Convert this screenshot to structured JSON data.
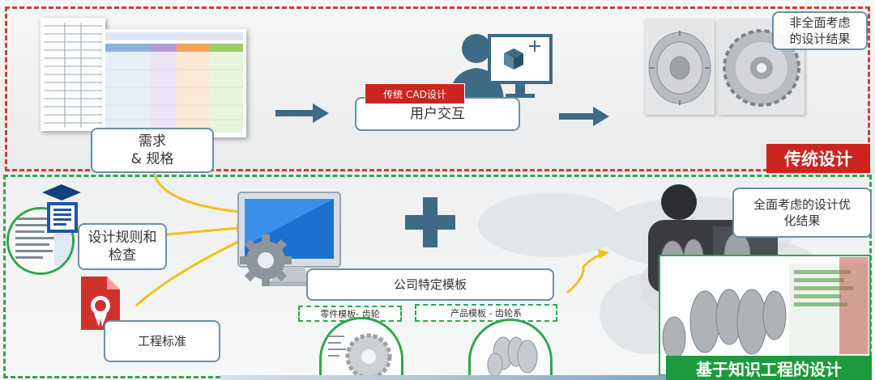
{
  "top": {
    "tag_cad": "传统 CAD设计",
    "user_interaction": "用户交互",
    "requirements_line1": "需求",
    "requirements_line2": "& 规格",
    "non_comprehensive_line1": "非全面考虑",
    "non_comprehensive_line2": "的设计结果",
    "traditional_label": "传统设计"
  },
  "bottom": {
    "design_rules_line1": "设计规则和",
    "design_rules_line2": "检查",
    "engineering_standard": "工程标准",
    "company_template": "公司特定模板",
    "part_template": "零件模板- 齿轮",
    "product_template": "产品模板 - 齿轮系",
    "optimized_line1": "全面考虑的设计优",
    "optimized_line2": "化结果",
    "kbe_label": "基于知识工程的设计"
  },
  "colors": {
    "red": "#cc2520",
    "green": "#1d9a3c",
    "arrow_blue": "#3d6a85",
    "connector_yellow": "#f2c215"
  }
}
